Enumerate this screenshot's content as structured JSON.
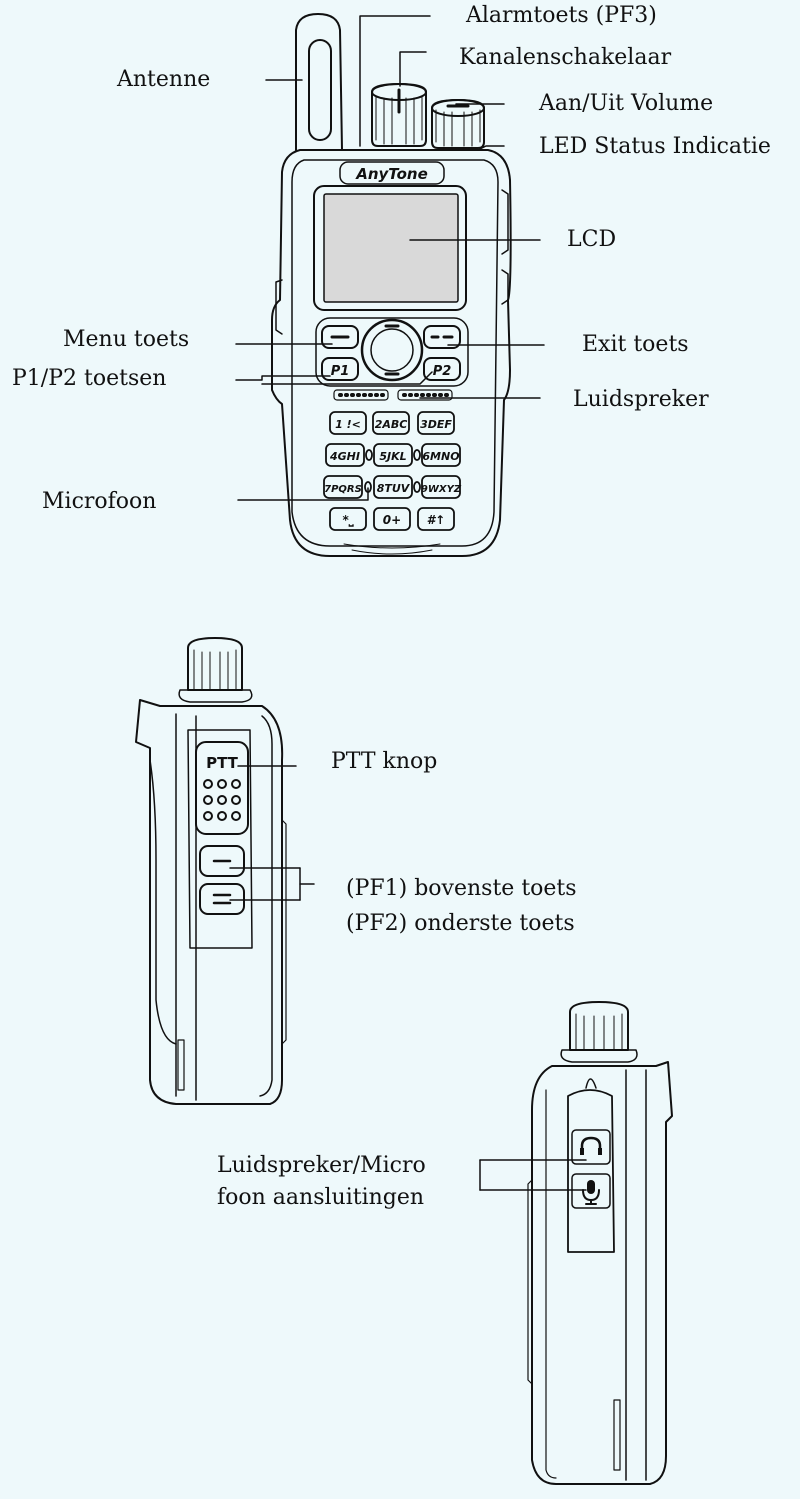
{
  "brand": "AnyTone",
  "keys": {
    "p1": "P1",
    "p2": "P2",
    "row1": [
      "1 !<",
      "2ABC",
      "3DEF"
    ],
    "row2": [
      "4GHI",
      "5JKL",
      "6MNO"
    ],
    "row3": [
      "7PQRS",
      "8TUV",
      "9WXYZ"
    ],
    "row4": [
      "*⎵",
      "0+",
      "#↑"
    ]
  },
  "ptt_key": "PTT",
  "labels": {
    "alarm": "Alarmtoets (PF3)",
    "antenna": "Antenne",
    "channel_switch": "Kanalenschakelaar",
    "power_volume": "Aan/Uit Volume",
    "led": "LED Status Indicatie",
    "lcd": "LCD",
    "menu": "Menu toets",
    "exit": "Exit toets",
    "p1p2": "P1/P2 toetsen",
    "speaker": "Luidspreker",
    "microphone": "Microfoon",
    "ptt": "PTT knop",
    "pf1": "(PF1) bovenste toets",
    "pf2": "(PF2) onderste toets",
    "connector_line1": "Luidspreker/Micro",
    "connector_line2": "foon aansluitingen"
  }
}
